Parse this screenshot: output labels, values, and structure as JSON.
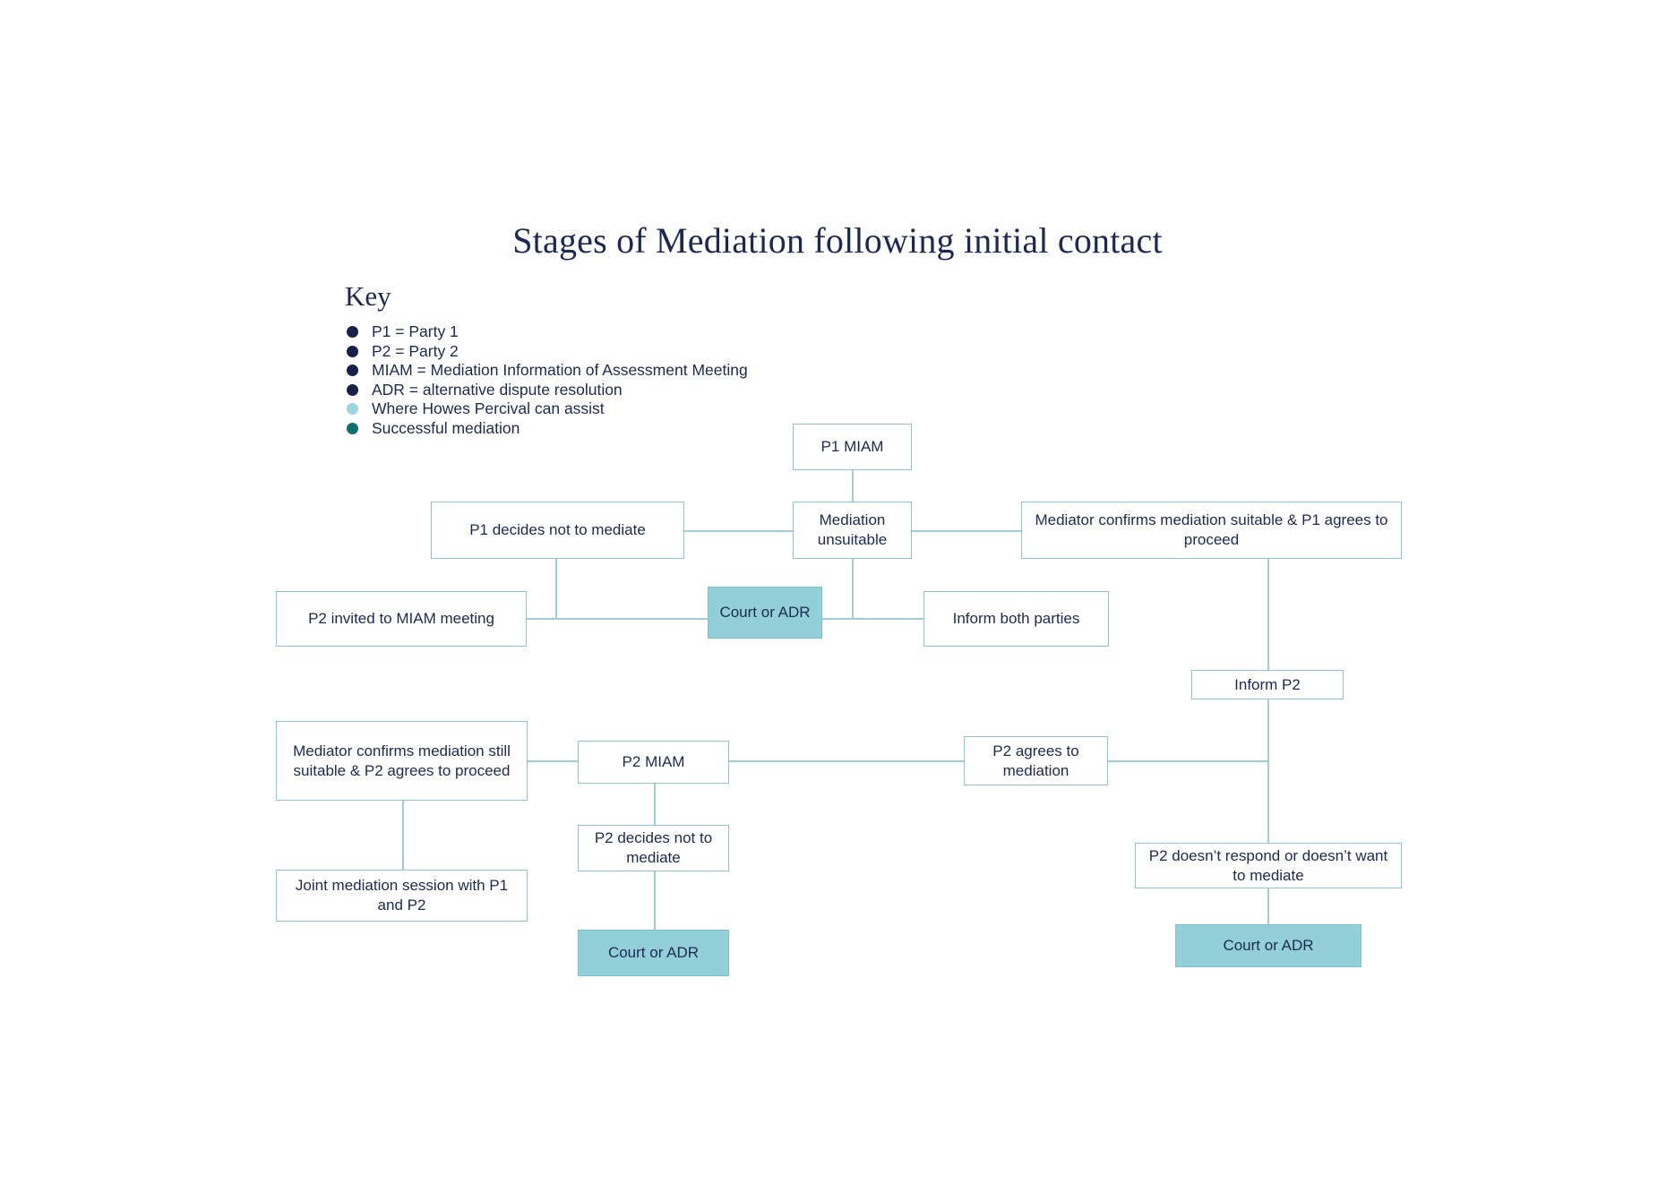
{
  "page": {
    "title": "Stages of Mediation following initial contact",
    "key_heading": "Key",
    "background": "#ffffff"
  },
  "colors": {
    "title_text": "#1c2a52",
    "node_text": "#1c2a52",
    "node_border": "#8cc4d1",
    "node_fill": "#ffffff",
    "highlight_fill": "#92cfd9",
    "connector": "#9fccd6",
    "legend_dot_dark": "#16214a",
    "legend_dot_light": "#9ed4dc",
    "legend_dot_teal": "#10706e"
  },
  "legend": {
    "items": [
      {
        "label": "P1 = Party 1",
        "color": "#16214a"
      },
      {
        "label": "P2 = Party 2",
        "color": "#16214a"
      },
      {
        "label": "MIAM = Mediation Information of Assessment Meeting",
        "color": "#16214a"
      },
      {
        "label": "ADR = alternative dispute resolution",
        "color": "#16214a"
      },
      {
        "label": "Where Howes Percival can assist",
        "color": "#9ed4dc"
      },
      {
        "label": "Successful mediation",
        "color": "#10706e"
      }
    ]
  },
  "chart_data": {
    "type": "diagram",
    "title": "Stages of Mediation following initial contact",
    "nodes": [
      {
        "id": "p1-miam",
        "label": "P1 MIAM",
        "style": "plain"
      },
      {
        "id": "mediation-unsuitable",
        "label": "Mediation unsuitable",
        "style": "plain"
      },
      {
        "id": "p1-decides-not",
        "label": "P1 decides not to mediate",
        "style": "plain"
      },
      {
        "id": "mediator-confirms-p1",
        "label": "Mediator confirms mediation suitable & P1 agrees to proceed",
        "style": "plain"
      },
      {
        "id": "p2-invited",
        "label": "P2 invited to MIAM meeting",
        "style": "plain"
      },
      {
        "id": "court-adr-1",
        "label": "Court or ADR",
        "style": "highlight"
      },
      {
        "id": "inform-both",
        "label": "Inform both parties",
        "style": "plain"
      },
      {
        "id": "inform-p2",
        "label": "Inform P2",
        "style": "plain"
      },
      {
        "id": "mediator-confirms-p2",
        "label": "Mediator confirms mediation still suitable & P2 agrees to proceed",
        "style": "plain"
      },
      {
        "id": "p2-miam",
        "label": "P2 MIAM",
        "style": "plain"
      },
      {
        "id": "p2-agrees",
        "label": "P2 agrees to mediation",
        "style": "plain"
      },
      {
        "id": "joint-session",
        "label": "Joint mediation session with P1 and P2",
        "style": "plain"
      },
      {
        "id": "p2-decides-not",
        "label": "P2 decides not to mediate",
        "style": "plain"
      },
      {
        "id": "court-adr-2",
        "label": "Court or ADR",
        "style": "highlight"
      },
      {
        "id": "p2-no-respond",
        "label": "P2 doesn’t respond or doesn’t want to mediate",
        "style": "plain"
      },
      {
        "id": "court-adr-3",
        "label": "Court or ADR",
        "style": "highlight"
      }
    ],
    "edges": [
      {
        "from": "p1-miam",
        "to": "mediation-unsuitable"
      },
      {
        "from": "mediation-unsuitable",
        "to": "p1-decides-not"
      },
      {
        "from": "mediation-unsuitable",
        "to": "mediator-confirms-p1"
      },
      {
        "from": "mediation-unsuitable",
        "to": "inform-both"
      },
      {
        "from": "p1-decides-not",
        "to": "p2-invited"
      },
      {
        "from": "p2-invited",
        "to": "court-adr-1"
      },
      {
        "from": "court-adr-1",
        "to": "inform-both"
      },
      {
        "from": "mediator-confirms-p1",
        "to": "inform-p2"
      },
      {
        "from": "inform-p2",
        "to": "p2-agrees"
      },
      {
        "from": "inform-p2",
        "to": "p2-no-respond"
      },
      {
        "from": "p2-agrees",
        "to": "p2-miam"
      },
      {
        "from": "p2-miam",
        "to": "mediator-confirms-p2"
      },
      {
        "from": "p2-miam",
        "to": "p2-decides-not"
      },
      {
        "from": "mediator-confirms-p2",
        "to": "joint-session"
      },
      {
        "from": "p2-decides-not",
        "to": "court-adr-2"
      },
      {
        "from": "p2-no-respond",
        "to": "court-adr-3"
      }
    ]
  },
  "nodes": {
    "p1_miam": "P1 MIAM",
    "mediation_unsuitable": "Mediation unsuitable",
    "p1_decides_not": "P1 decides not to mediate",
    "mediator_confirms_p1": "Mediator confirms mediation suitable & P1 agrees to proceed",
    "p2_invited": "P2 invited to MIAM meeting",
    "court_adr_1": "Court or ADR",
    "inform_both": "Inform both parties",
    "inform_p2": "Inform P2",
    "mediator_confirms_p2": "Mediator confirms mediation still suitable & P2 agrees to proceed",
    "p2_miam": "P2 MIAM",
    "p2_agrees": "P2 agrees to mediation",
    "joint_session": "Joint mediation session with P1 and P2",
    "p2_decides_not": "P2 decides not to mediate",
    "court_adr_2": "Court or ADR",
    "p2_no_respond": "P2 doesn’t respond or doesn’t want to mediate",
    "court_adr_3": "Court or ADR"
  }
}
